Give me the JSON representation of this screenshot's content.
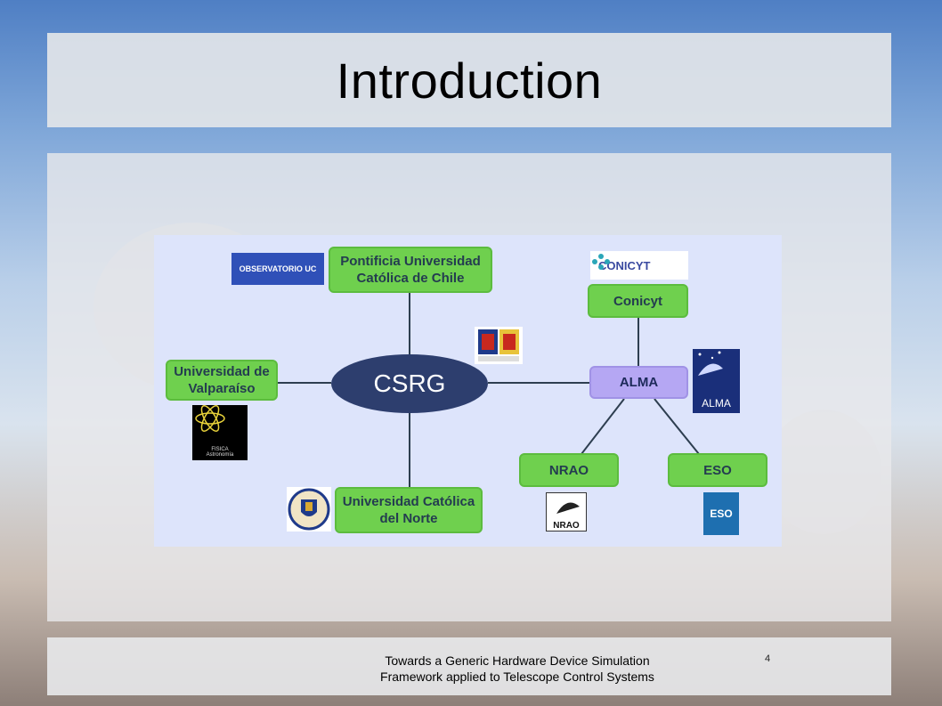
{
  "slide": {
    "title": "Introduction",
    "footer_line1": "Towards a Generic Hardware Device Simulation",
    "footer_line2": "Framework applied to Telescope Control Systems",
    "page_number": "4"
  },
  "diagram": {
    "center": "CSRG",
    "nodes": {
      "puc_line1": "Pontificia Universidad",
      "puc_line2": "Católica de Chile",
      "uv_line1": "Universidad de",
      "uv_line2": "Valparaíso",
      "ucn_line1": "Universidad Católica",
      "ucn_line2": "del Norte",
      "conicyt": "Conicyt",
      "alma": "ALMA",
      "nrao": "NRAO",
      "eso": "ESO"
    },
    "logos": {
      "observatorio": "OBSERVATORIO UC",
      "conicyt_logo": "CONICYT",
      "alma_logo": "ALMA",
      "nrao_logo": "NRAO",
      "eso_logo": "ESO",
      "fisica": "FISICA",
      "astronomia": "Astronomía"
    },
    "colors": {
      "node_green": "#6fd04e",
      "node_violet": "#b5a7f3",
      "center_navy": "#2d3e6e",
      "diagram_bg": "#dde4fb"
    }
  }
}
